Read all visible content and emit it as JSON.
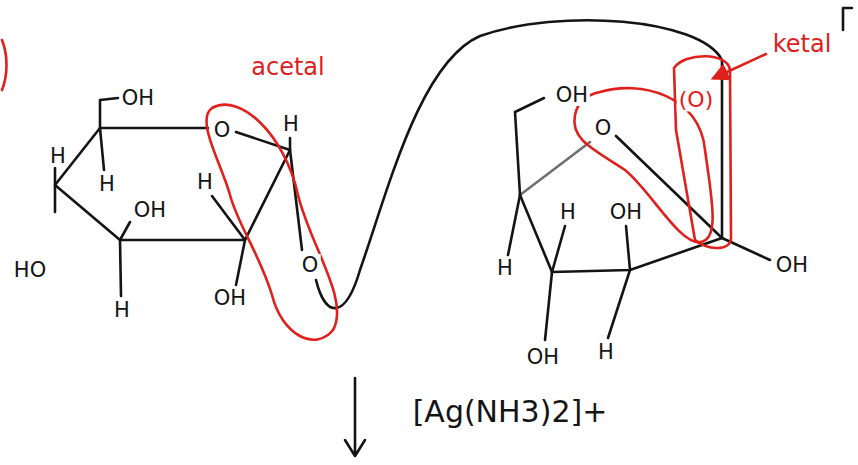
{
  "diagram": {
    "labels": [
      "OH",
      "acetal",
      "ketal",
      "H",
      "O",
      "H",
      "H",
      "H",
      "OH",
      "OH",
      "O",
      "(O)",
      "H",
      "OH",
      "H",
      "OH",
      "HO",
      "H",
      "OH",
      "O",
      "OH",
      "H",
      "[Ag(NH3)2]+"
    ]
  }
}
